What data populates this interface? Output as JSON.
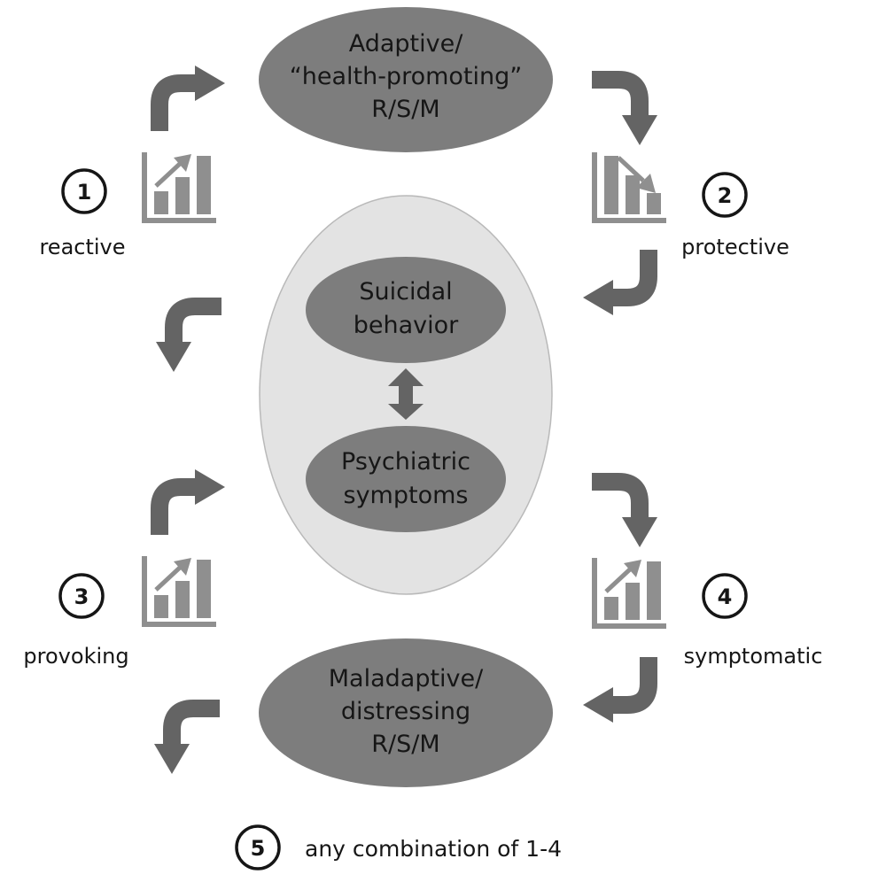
{
  "colors": {
    "ellipse_dark": "#7d7d7d",
    "ellipse_light": "#e3e3e3",
    "arrow": "#646464",
    "icon": "#8f8f8f",
    "text": "#161616"
  },
  "top_ellipse": {
    "lines": [
      "Adaptive/",
      "“health-promoting”",
      "R/S/M"
    ]
  },
  "bottom_ellipse": {
    "lines": [
      "Maladaptive/",
      "distressing",
      "R/S/M"
    ]
  },
  "center": {
    "upper": {
      "lines": [
        "Suicidal",
        "behavior"
      ]
    },
    "lower": {
      "lines": [
        "Psychiatric",
        "symptoms"
      ]
    },
    "link_icon": "double-headed-vertical-arrow"
  },
  "pathways": [
    {
      "number": "1",
      "label": "reactive",
      "icon": "chart-rising-icon"
    },
    {
      "number": "2",
      "label": "protective",
      "icon": "chart-falling-icon"
    },
    {
      "number": "3",
      "label": "provoking",
      "icon": "chart-rising-icon"
    },
    {
      "number": "4",
      "label": "symptomatic",
      "icon": "chart-rising-icon"
    }
  ],
  "footer": {
    "number": "5",
    "text": "any combination of 1-4"
  }
}
